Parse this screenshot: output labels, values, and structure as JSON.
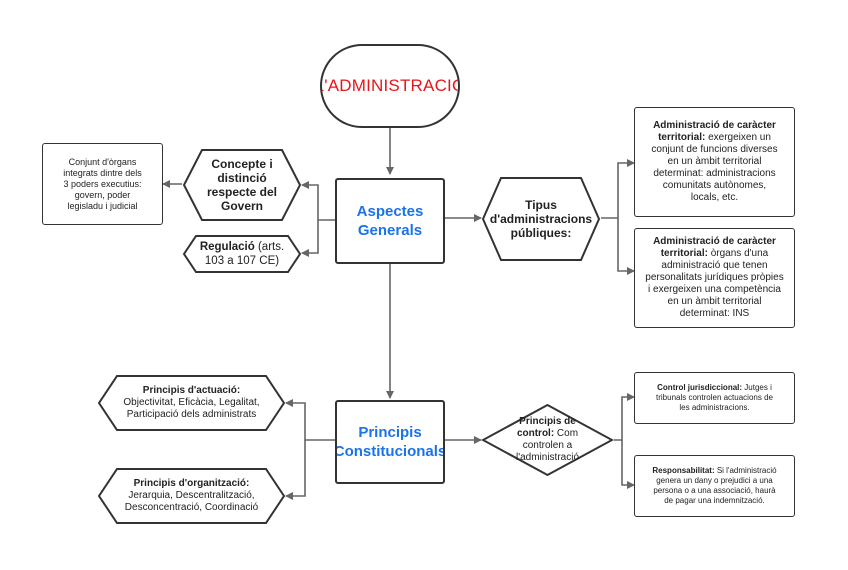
{
  "title": "L'ADMINISTRACIÓ",
  "aspectes": {
    "line1": "Aspectes",
    "line2": "Generals"
  },
  "principis": {
    "line1": "Principis",
    "line2": "Constitucionals"
  },
  "concepte": {
    "line1": "Concepte i",
    "line2": "distinció",
    "line3": "respecte del",
    "line4": "Govern"
  },
  "conjunt": {
    "line1": "Conjunt d'òrgans",
    "line2": "integrats dintre dels",
    "line3": "3 poders executius:",
    "line4": "govern, poder",
    "line5": "legisladu i judicial"
  },
  "regulacio": {
    "bold": "Regulació",
    "rest": " (arts.",
    "line2": "103 a 107 CE)"
  },
  "tipus": {
    "line1": "Tipus",
    "line2": "d'administracions",
    "line3": "públiques:"
  },
  "territorial1": {
    "bold1": "Administració de caràcter",
    "bold2": "territorial:",
    "rest2": " exergeixen un",
    "line3": "conjunt de funcions diverses",
    "line4": "en un àmbit territorial",
    "line5": "determinat: administracions",
    "line6": "comunitats autònomes,",
    "line7": "locals, etc."
  },
  "territorial2": {
    "bold1": "Administració de caràcter",
    "bold2": "territorial:",
    "rest2": " òrgans d'una",
    "line3": "administració que tenen",
    "line4": "personalitats jurídiques pròpies",
    "line5": "i exergeixen una competència",
    "line6": "en un àmbit territorial",
    "line7": "determinat: INS"
  },
  "actuacio": {
    "bold": "Principis d'actuació:",
    "line2": "Objectivitat, Eficàcia, Legalitat,",
    "line3": "Participació dels administrats"
  },
  "organitzacio": {
    "bold": "Principis d'organització:",
    "line2": "Jerarquia, Descentralització,",
    "line3": "Desconcentració, Coordinació"
  },
  "control": {
    "bold1": "Principis de",
    "bold2": "control:",
    "rest2": " Com",
    "line3": "controlen a",
    "line4": "l'administració"
  },
  "jurisdiccional": {
    "bold": "Control jurisdiccional:",
    "rest": " Jutges i",
    "line2": "tribunals controlen actuacions de",
    "line3": "les administracions."
  },
  "responsabilitat": {
    "bold": "Responsabilitat:",
    "rest": " Si l'administració",
    "line2": "genera un dany o prejudici a una",
    "line3": "persona o a una associació, haurà",
    "line4": "de pagar una indemnització."
  }
}
